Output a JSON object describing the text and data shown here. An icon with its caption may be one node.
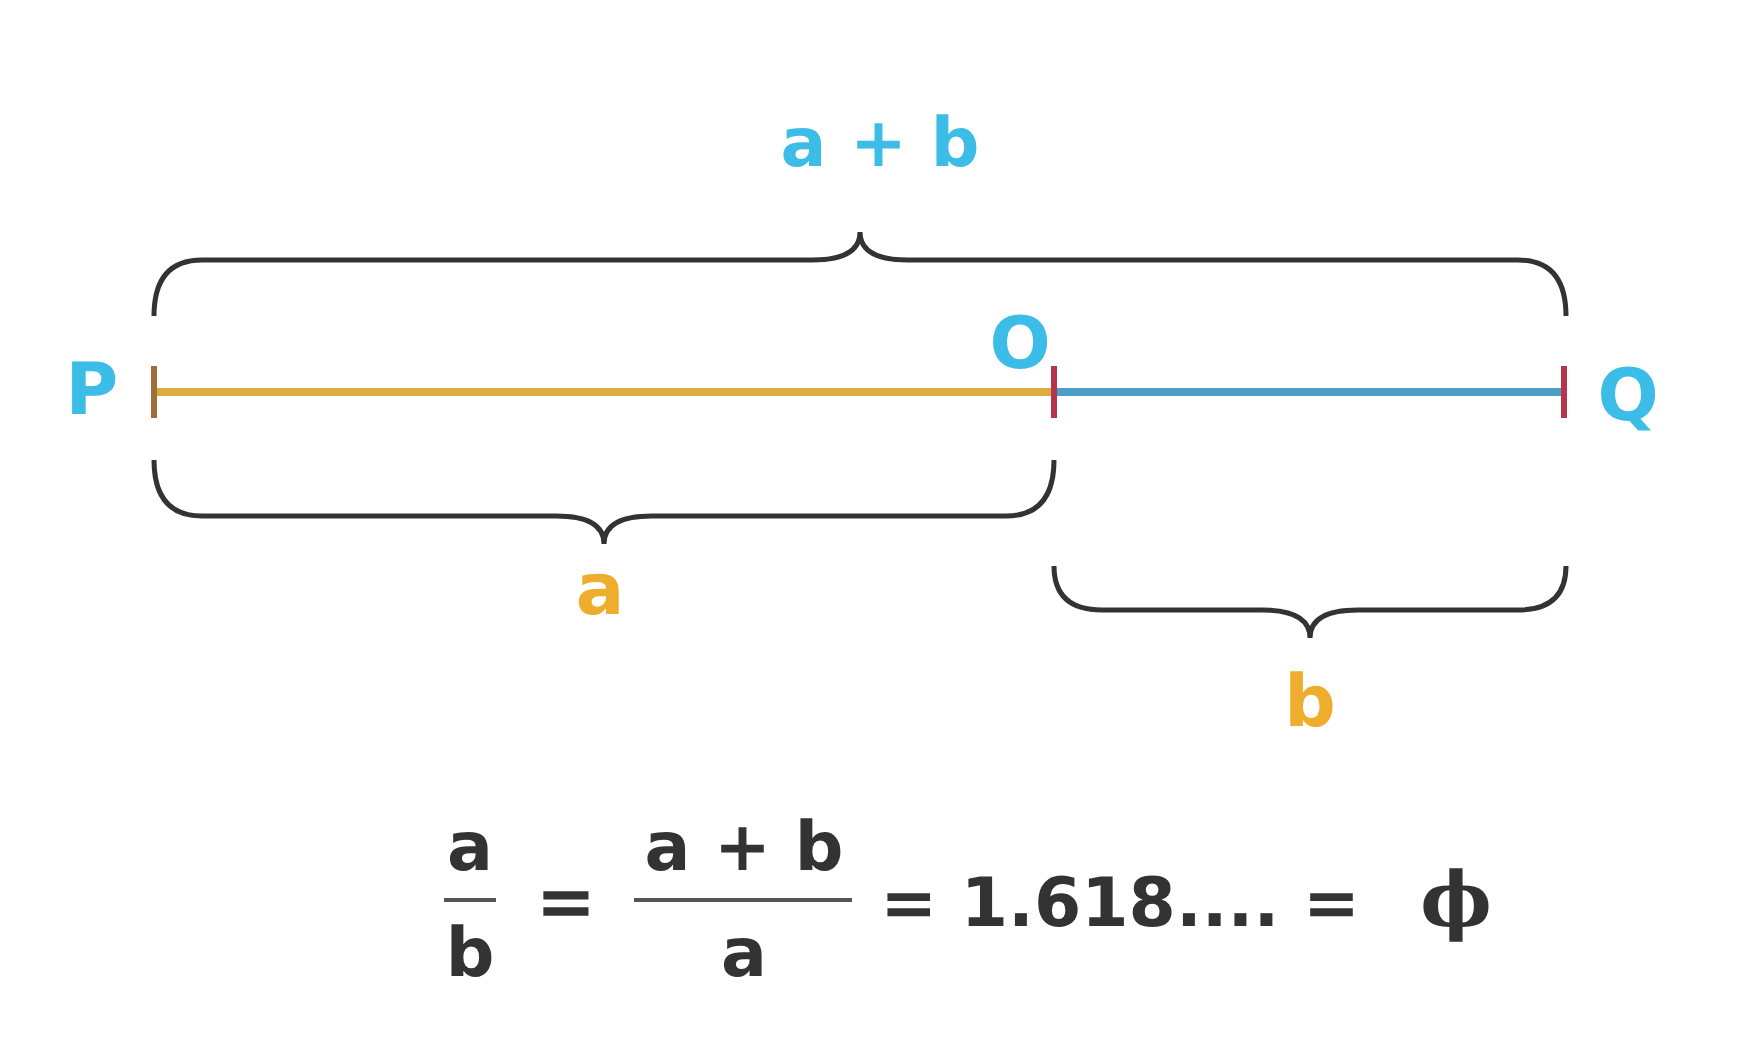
{
  "diagram": {
    "labels": [
      "a + b",
      "P",
      "O",
      "Q",
      "a",
      "b",
      "a",
      "b",
      "=",
      "a + b",
      "a",
      "= 1.618.... =",
      "ϕ"
    ]
  }
}
